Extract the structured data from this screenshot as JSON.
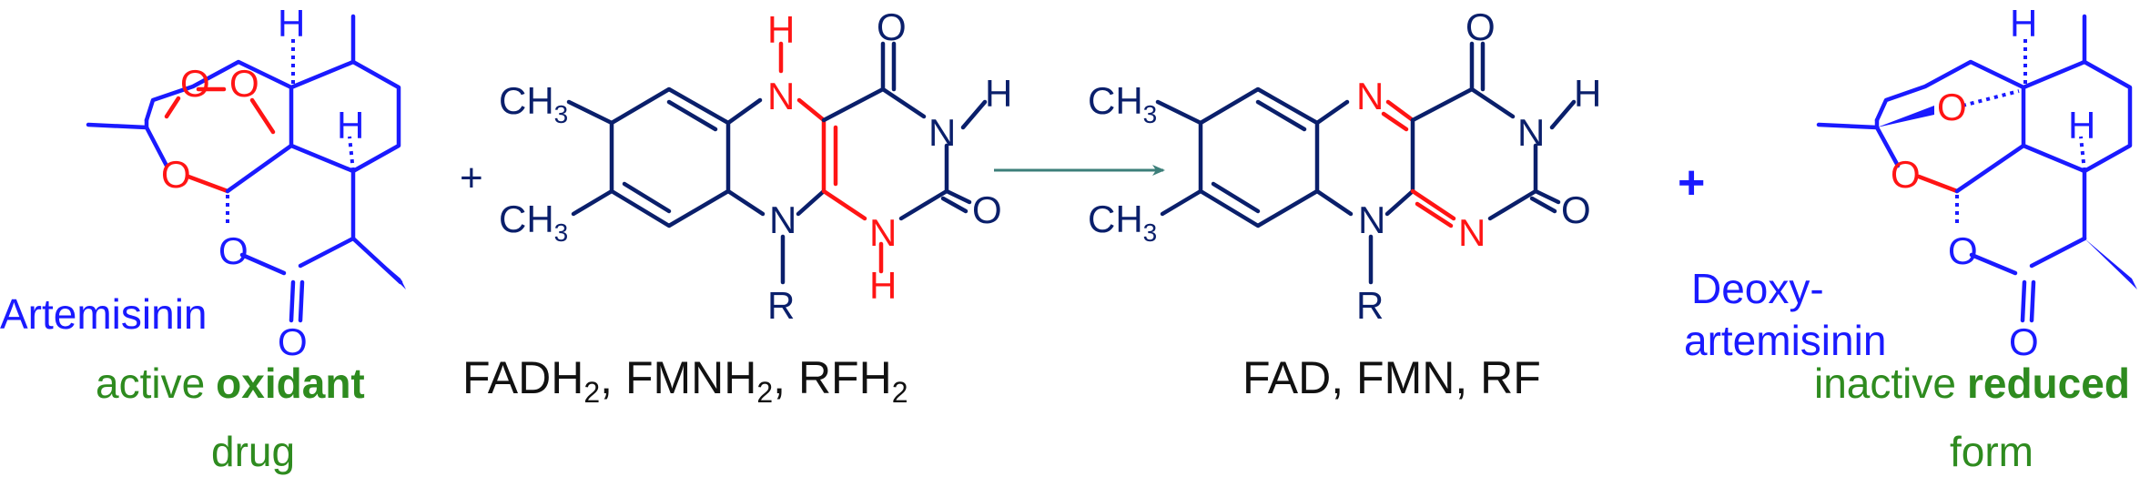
{
  "artemisinin": {
    "name": "Artemisinin",
    "desc_line1_plain": "active",
    "desc_line1_bold": "oxidant",
    "desc_line2": "drug"
  },
  "flavin_reduced": {
    "label_part1": "FADH",
    "label_sub1": "2",
    "label_part2": ", FMNH",
    "label_sub2": "2",
    "label_part3": ", RFH",
    "label_sub3": "2"
  },
  "flavin_oxidized": {
    "label": "FAD, FMN, RF"
  },
  "deoxyartemisinin": {
    "name_line1": "Deoxy-",
    "name_line2": "artemisinin",
    "desc_line1_plain": "inactive",
    "desc_line1_bold": "reduced",
    "desc_line2": "form"
  },
  "atoms": {
    "H": "H",
    "O": "O",
    "N": "N",
    "R": "R",
    "CH": "CH",
    "three": "3"
  },
  "operators": {
    "plus": "+"
  },
  "colors": {
    "drug_blue": "#1a1aff",
    "heteroatom_red": "#ff1414",
    "flavin_navy": "#0a1f6b",
    "label_green": "#2e8b1f",
    "arrow_teal": "#3d7f7a"
  }
}
